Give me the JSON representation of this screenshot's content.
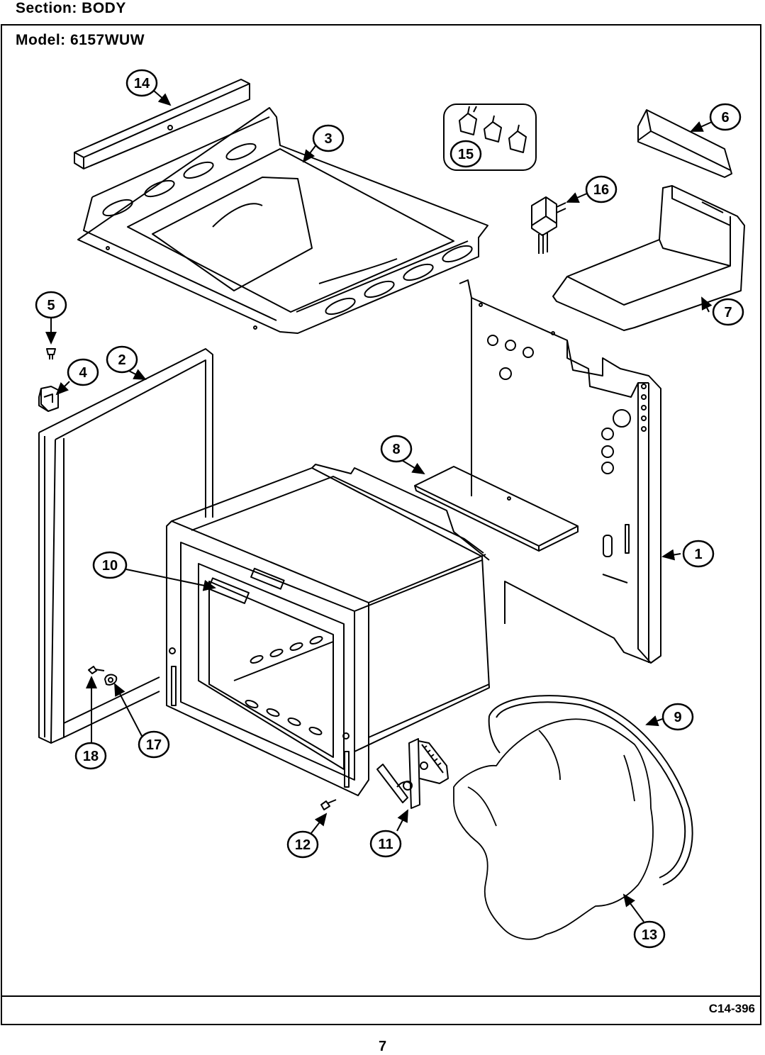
{
  "header": {
    "section": "Section:  BODY",
    "model": "Model:  6157WUW"
  },
  "footer": {
    "code": "C14-396",
    "page_number": "7"
  },
  "callouts": {
    "c1": "1",
    "c2": "2",
    "c3": "3",
    "c4": "4",
    "c5": "5",
    "c6": "6",
    "c7": "7",
    "c8": "8",
    "c9": "9",
    "c10": "10",
    "c11": "11",
    "c12": "12",
    "c13": "13",
    "c14": "14",
    "c15": "15",
    "c16": "16",
    "c17": "17",
    "c18": "18"
  }
}
